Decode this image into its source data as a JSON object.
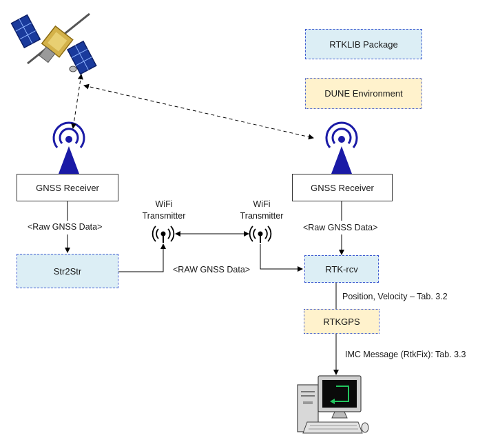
{
  "legend": {
    "rtklib_label": "RTKLIB Package",
    "dune_label": "DUNE Environment"
  },
  "nodes": {
    "gnss_receiver_left": "GNSS Receiver",
    "gnss_receiver_right": "GNSS Receiver",
    "str2str": "Str2Str",
    "rtk_rcv": "RTK-rcv",
    "rtkgps": "RTKGPS"
  },
  "wifi": {
    "left_line1": "WiFi",
    "left_line2": "Transmitter",
    "right_line1": "WiFi",
    "right_line2": "Transmitter"
  },
  "edge_labels": {
    "raw_left": "<Raw GNSS Data>",
    "raw_right": "<Raw GNSS Data>",
    "raw_wifi": "<RAW GNSS Data>",
    "position_velocity": "Position, Velocity – Tab. 3.2",
    "imc_message": "IMC Message (RtkFix): Tab. 3.3"
  },
  "colors": {
    "rtklib_fill": "#dceef5",
    "dune_fill": "#fff2cc",
    "border_blue": "#3f5bd1",
    "antenna_blue": "#1a1aa6",
    "screen_green": "#22c55e"
  },
  "icons": [
    "satellite-icon",
    "antenna-icon",
    "wifi-icon",
    "computer-icon"
  ]
}
